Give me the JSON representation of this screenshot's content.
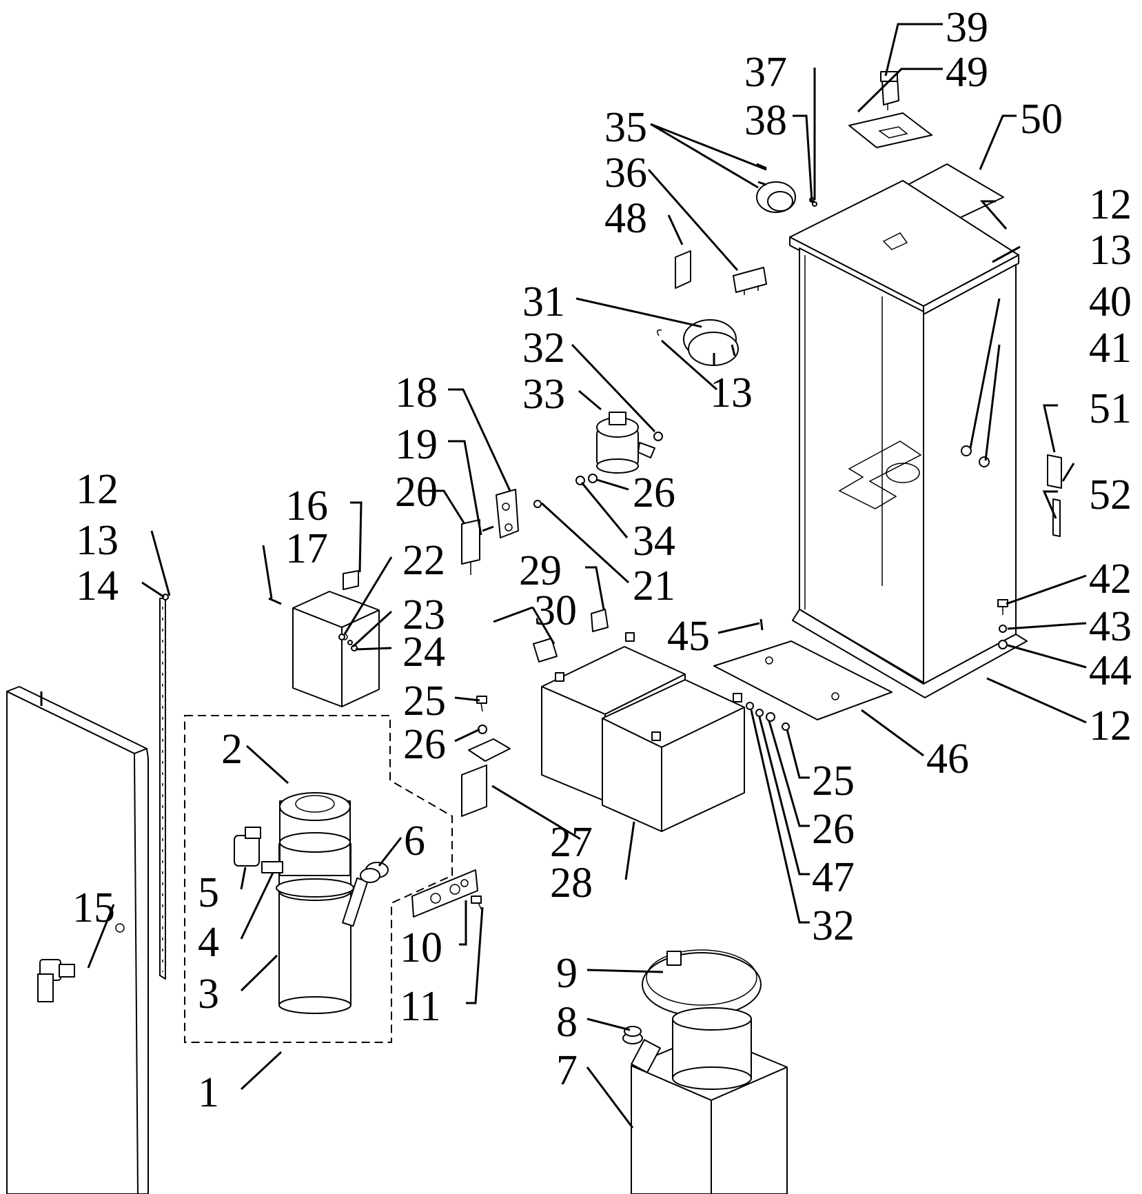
{
  "callouts": [
    {
      "id": "c39",
      "text": "39"
    },
    {
      "id": "c37",
      "text": "37"
    },
    {
      "id": "c49",
      "text": "49"
    },
    {
      "id": "c35",
      "text": "35"
    },
    {
      "id": "c38",
      "text": "38"
    },
    {
      "id": "c50",
      "text": "50"
    },
    {
      "id": "c36",
      "text": "36"
    },
    {
      "id": "c48",
      "text": "48"
    },
    {
      "id": "c12a",
      "text": "12"
    },
    {
      "id": "c13a",
      "text": "13"
    },
    {
      "id": "c31",
      "text": "31"
    },
    {
      "id": "c40",
      "text": "40"
    },
    {
      "id": "c32a",
      "text": "32"
    },
    {
      "id": "c41",
      "text": "41"
    },
    {
      "id": "c13b",
      "text": "13"
    },
    {
      "id": "c18",
      "text": "18"
    },
    {
      "id": "c33",
      "text": "33"
    },
    {
      "id": "c51",
      "text": "51"
    },
    {
      "id": "c19",
      "text": "19"
    },
    {
      "id": "c12b",
      "text": "12"
    },
    {
      "id": "c20",
      "text": "20"
    },
    {
      "id": "c26a",
      "text": "26"
    },
    {
      "id": "c52",
      "text": "52"
    },
    {
      "id": "c16",
      "text": "16"
    },
    {
      "id": "c13c",
      "text": "13"
    },
    {
      "id": "c34",
      "text": "34"
    },
    {
      "id": "c17",
      "text": "17"
    },
    {
      "id": "c22",
      "text": "22"
    },
    {
      "id": "c29",
      "text": "29"
    },
    {
      "id": "c14",
      "text": "14"
    },
    {
      "id": "c21",
      "text": "21"
    },
    {
      "id": "c42",
      "text": "42"
    },
    {
      "id": "c30",
      "text": "30"
    },
    {
      "id": "c23",
      "text": "23"
    },
    {
      "id": "c45",
      "text": "45"
    },
    {
      "id": "c43",
      "text": "43"
    },
    {
      "id": "c24",
      "text": "24"
    },
    {
      "id": "c44",
      "text": "44"
    },
    {
      "id": "c25a",
      "text": "25"
    },
    {
      "id": "c12c",
      "text": "12"
    },
    {
      "id": "c26b",
      "text": "26"
    },
    {
      "id": "c2",
      "text": "2"
    },
    {
      "id": "c46",
      "text": "46"
    },
    {
      "id": "c25b",
      "text": "25"
    },
    {
      "id": "c6",
      "text": "6"
    },
    {
      "id": "c27",
      "text": "27"
    },
    {
      "id": "c26c",
      "text": "26"
    },
    {
      "id": "c28",
      "text": "28"
    },
    {
      "id": "c47",
      "text": "47"
    },
    {
      "id": "c5",
      "text": "5"
    },
    {
      "id": "c15",
      "text": "15"
    },
    {
      "id": "c32b",
      "text": "32"
    },
    {
      "id": "c4",
      "text": "4"
    },
    {
      "id": "c10",
      "text": "10"
    },
    {
      "id": "c9",
      "text": "9"
    },
    {
      "id": "c3",
      "text": "3"
    },
    {
      "id": "c11",
      "text": "11"
    },
    {
      "id": "c8",
      "text": "8"
    },
    {
      "id": "c7",
      "text": "7"
    },
    {
      "id": "c1",
      "text": "1"
    }
  ]
}
